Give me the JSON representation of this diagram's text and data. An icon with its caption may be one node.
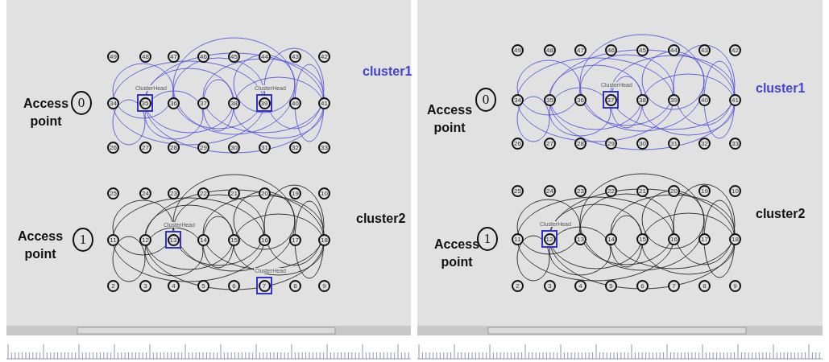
{
  "diagram": {
    "nodes": [
      {
        "text": [
          "0"
        ]
      },
      {
        "text": [
          "49"
        ]
      },
      {
        "text": [
          "48"
        ]
      },
      {
        "text": [
          "47"
        ]
      },
      {
        "text": [
          "46"
        ]
      },
      {
        "text": [
          "45"
        ]
      },
      {
        "text": [
          "44"
        ]
      },
      {
        "text": [
          "43"
        ]
      },
      {
        "text": [
          "42"
        ]
      },
      {
        "text": [
          "34"
        ]
      },
      {
        "text": [
          "35"
        ],
        "beside": [
          "ClusterHead"
        ]
      },
      {
        "text": [
          "36"
        ]
      },
      {
        "text": [
          "37"
        ]
      },
      {
        "text": [
          "38"
        ]
      },
      {
        "text": [
          "39"
        ],
        "beside": [
          "ClusterHead"
        ]
      },
      {
        "text": [
          "40"
        ]
      },
      {
        "text": [
          "41"
        ]
      },
      {
        "text": [
          "26"
        ]
      },
      {
        "text": [
          "27"
        ]
      },
      {
        "text": [
          "28"
        ]
      },
      {
        "text": [
          "29"
        ]
      },
      {
        "text": [
          "30"
        ]
      },
      {
        "text": [
          "31"
        ]
      },
      {
        "text": [
          "32"
        ]
      },
      {
        "text": [
          "33"
        ]
      },
      {
        "text": [
          "1"
        ]
      },
      {
        "text": [
          "25"
        ]
      },
      {
        "text": [
          "24"
        ]
      },
      {
        "text": [
          "23"
        ]
      },
      {
        "text": [
          "22"
        ]
      },
      {
        "text": [
          "21"
        ]
      },
      {
        "text": [
          "20"
        ]
      },
      {
        "text": [
          "19"
        ]
      },
      {
        "text": [
          "10"
        ]
      },
      {
        "text": [
          "11"
        ]
      },
      {
        "text": [
          "12"
        ]
      },
      {
        "text": [
          "13"
        ],
        "beside": [
          "ClusterHead"
        ]
      },
      {
        "text": [
          "14"
        ]
      },
      {
        "text": [
          "15"
        ]
      },
      {
        "text": [
          "16"
        ]
      },
      {
        "text": [
          "17"
        ]
      },
      {
        "text": [
          "18"
        ]
      },
      {
        "text": [
          "2"
        ]
      },
      {
        "text": [
          "3"
        ]
      },
      {
        "text": [
          "4"
        ]
      },
      {
        "text": [
          "5"
        ]
      },
      {
        "text": [
          "6"
        ]
      },
      {
        "text": [
          "7"
        ],
        "beside": [
          "ClusterHead"
        ]
      },
      {
        "text": [
          "8"
        ]
      },
      {
        "text": [
          "9"
        ]
      },
      {
        "text": [
          "0"
        ]
      },
      {
        "text": [
          "49"
        ]
      },
      {
        "text": [
          "48"
        ]
      },
      {
        "text": [
          "47"
        ]
      },
      {
        "text": [
          "46"
        ]
      },
      {
        "text": [
          "45"
        ]
      },
      {
        "text": [
          "44"
        ]
      },
      {
        "text": [
          "43"
        ]
      },
      {
        "text": [
          "42"
        ]
      },
      {
        "text": [
          "34"
        ]
      },
      {
        "text": [
          "35"
        ]
      },
      {
        "text": [
          "36"
        ]
      },
      {
        "text": [
          "37"
        ],
        "beside": [
          "ClusterHead"
        ]
      },
      {
        "text": [
          "38"
        ]
      },
      {
        "text": [
          "39"
        ]
      },
      {
        "text": [
          "40"
        ]
      },
      {
        "text": [
          "41"
        ]
      },
      {
        "text": [
          "26"
        ]
      },
      {
        "text": [
          "27"
        ]
      },
      {
        "text": [
          "28"
        ]
      },
      {
        "text": [
          "29"
        ]
      },
      {
        "text": [
          "30"
        ]
      },
      {
        "text": [
          "31"
        ]
      },
      {
        "text": [
          "32"
        ]
      },
      {
        "text": [
          "33"
        ]
      },
      {
        "text": [
          "1"
        ]
      },
      {
        "text": [
          "25"
        ]
      },
      {
        "text": [
          "24"
        ]
      },
      {
        "text": [
          "23"
        ]
      },
      {
        "text": [
          "22"
        ]
      },
      {
        "text": [
          "21"
        ]
      },
      {
        "text": [
          "20"
        ]
      },
      {
        "text": [
          "19"
        ]
      },
      {
        "text": [
          "10"
        ]
      },
      {
        "text": [
          "11"
        ]
      },
      {
        "text": [
          "12"
        ],
        "beside": [
          "ClusterHead"
        ]
      },
      {
        "text": [
          "13"
        ]
      },
      {
        "text": [
          "14"
        ]
      },
      {
        "text": [
          "15"
        ]
      },
      {
        "text": [
          "16"
        ]
      },
      {
        "text": [
          "17"
        ]
      },
      {
        "text": [
          "18"
        ]
      },
      {
        "text": [
          "2"
        ]
      },
      {
        "text": [
          "3"
        ]
      },
      {
        "text": [
          "4"
        ]
      },
      {
        "text": [
          "5"
        ]
      },
      {
        "text": [
          "6"
        ]
      },
      {
        "text": [
          "7"
        ]
      },
      {
        "text": [
          "8"
        ]
      },
      {
        "text": [
          "9"
        ]
      }
    ],
    "labels": [
      "Access point",
      "cluster1",
      "Access point",
      "cluster2",
      "Access point",
      "cluster1",
      "Access point",
      "cluster2"
    ]
  }
}
